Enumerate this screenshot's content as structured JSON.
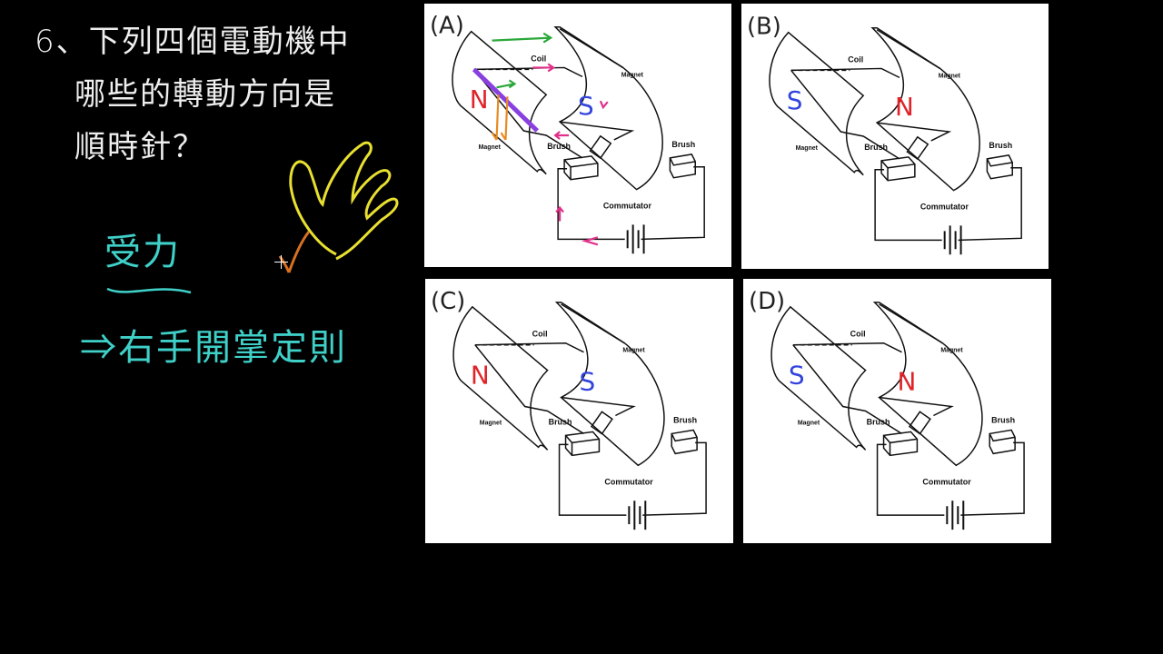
{
  "question": {
    "line1": "6、下列四個電動機中",
    "line2": "哪些的轉動方向是",
    "line3": "順時針？"
  },
  "notes": {
    "force": "受力",
    "rule": "⇒右手開掌定則"
  },
  "diagram_labels": {
    "coil": "Coil",
    "magnet": "Magnet",
    "brush": "Brush",
    "commutator": "Commutator"
  },
  "panels": [
    {
      "tag": "(A)",
      "left_pole": "N",
      "right_pole": "S",
      "annotated": true
    },
    {
      "tag": "(B)",
      "left_pole": "S",
      "right_pole": "N",
      "annotated": false
    },
    {
      "tag": "(C)",
      "left_pole": "N",
      "right_pole": "S",
      "annotated": false
    },
    {
      "tag": "(D)",
      "left_pole": "S",
      "right_pole": "N",
      "annotated": false
    }
  ],
  "colors": {
    "north": "#e0242a",
    "south": "#3344dd",
    "chalk_cyan": "#3fd0c8",
    "hand_yellow": "#e8e030"
  }
}
